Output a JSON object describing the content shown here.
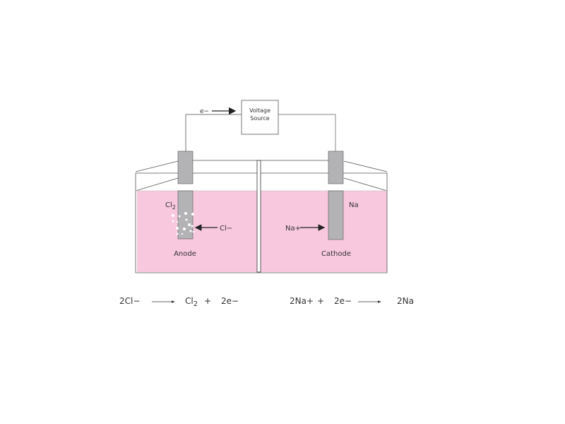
{
  "voltage_source": {
    "line1": "Voltage",
    "line2": "Source"
  },
  "electron_label": "e−",
  "anode": {
    "label": "Anode",
    "product": "Cl",
    "product_sub": "2",
    "ion": "Cl−"
  },
  "cathode": {
    "label": "Cathode",
    "product": "Na",
    "ion": "Na+"
  },
  "equations": {
    "anode": {
      "reactant": "2Cl−",
      "product": "Cl",
      "product_sub": "2",
      "plus": "+",
      "electrons": "2e−"
    },
    "cathode": {
      "reactant": "2Na+",
      "plus": "+",
      "electrons": "2e−",
      "product": "2Na"
    }
  },
  "colors": {
    "electrolyte": "#f7c8de",
    "electrode": "#b3b3b5",
    "outline": "#555555"
  }
}
